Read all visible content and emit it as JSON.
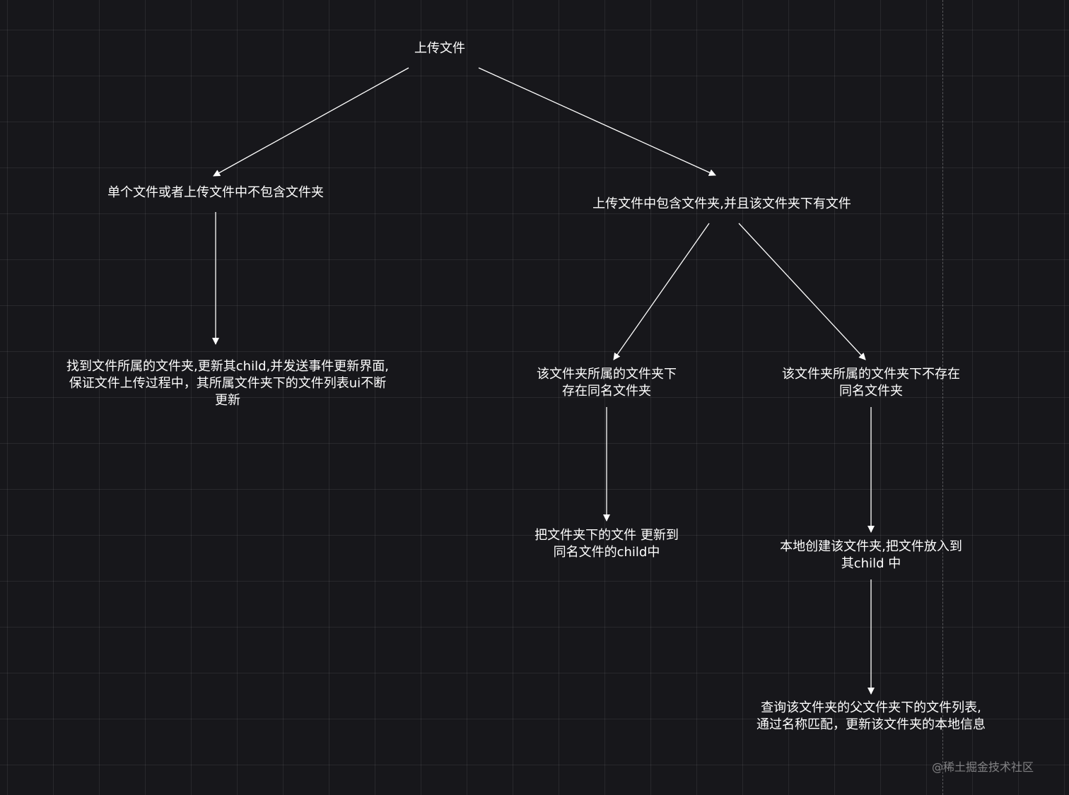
{
  "diagram": {
    "nodes": {
      "root": {
        "lines": [
          "上传文件"
        ]
      },
      "single": {
        "lines": [
          "单个文件或者上传文件中不包含文件夹"
        ]
      },
      "contains": {
        "lines": [
          "上传文件中包含文件夹,并且该文件夹下有文件"
        ]
      },
      "find_folder": {
        "lines": [
          "找到文件所属的文件夹,更新其child,并发送事件更新界面,",
          "保证文件上传过程中，其所属文件夹下的文件列表ui不断",
          "更新"
        ]
      },
      "exists_same": {
        "lines": [
          "该文件夹所属的文件夹下",
          "存在同名文件夹"
        ]
      },
      "not_exists_same": {
        "lines": [
          "该文件夹所属的文件夹下不存在",
          "同名文件夹"
        ]
      },
      "update_child": {
        "lines": [
          "把文件夹下的文件 更新到",
          "同名文件的child中"
        ]
      },
      "create_local": {
        "lines": [
          "本地创建该文件夹,把文件放入到",
          "其child 中"
        ]
      },
      "query_list": {
        "lines": [
          "查询该文件夹的父文件夹下的文件列表,",
          "通过名称匹配，更新该文件夹的本地信息"
        ]
      }
    },
    "edges": [
      {
        "from": "root",
        "to": "single"
      },
      {
        "from": "root",
        "to": "contains"
      },
      {
        "from": "single",
        "to": "find_folder"
      },
      {
        "from": "contains",
        "to": "exists_same"
      },
      {
        "from": "contains",
        "to": "not_exists_same"
      },
      {
        "from": "exists_same",
        "to": "update_child"
      },
      {
        "from": "not_exists_same",
        "to": "create_local"
      },
      {
        "from": "create_local",
        "to": "query_list"
      }
    ]
  },
  "watermark": "@稀土掘金技术社区",
  "colors": {
    "background": "#17171b",
    "line": "#ffffff",
    "text": "#ffffff"
  }
}
